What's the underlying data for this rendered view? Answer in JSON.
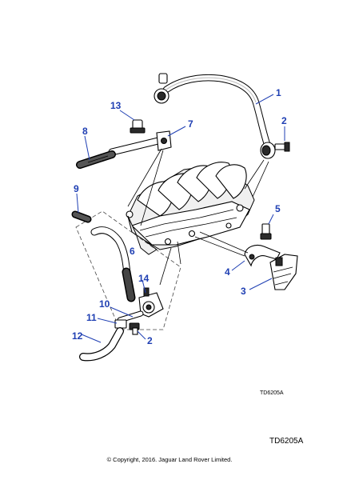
{
  "callouts": {
    "c1": "1",
    "c2a": "2",
    "c2b": "2",
    "c3": "3",
    "c4": "4",
    "c5": "5",
    "c6": "6",
    "c7": "7",
    "c8": "8",
    "c9": "9",
    "c10": "10",
    "c11": "11",
    "c12": "12",
    "c13": "13",
    "c14": "14"
  },
  "diagram_ref_small": "TD6205A",
  "diagram_ref_large": "TD6205A",
  "copyright": "© Copyright, 2016. Jaguar Land Rover Limited.",
  "colors": {
    "callout": "#1f3fb3",
    "line": "#000000",
    "background": "#ffffff"
  }
}
